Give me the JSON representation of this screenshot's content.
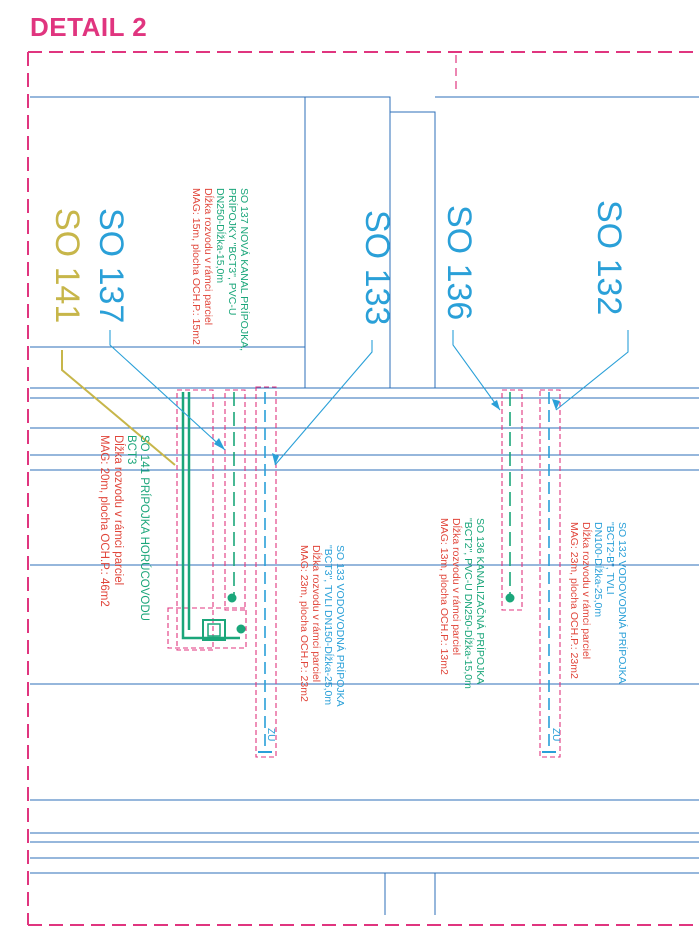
{
  "title": "DETAIL 2",
  "labels": {
    "so132": "SO 132",
    "so136": "SO 136",
    "so133": "SO 133",
    "so137": "SO 137",
    "so141": "SO 141"
  },
  "notes": {
    "so137": {
      "lines": [
        "SO 137 NOVÁ KANAL PRÍPOJKA,",
        "PRÍPOJKY \"BCT3\", PVC-U",
        "DN250-Dĺžka-15,0m"
      ],
      "red": [
        "Dĺžka rozvodu v rámci parciel",
        "MAG:    15m, plocha OCH.P.: 15m2"
      ]
    },
    "so141": {
      "lines": [
        "SO 141  PRÍPOJKA HORÚCOVODU",
        "BCT3"
      ],
      "red": [
        "Dĺžka rozvodu v rámci parciel",
        "MAG:    20m, plocha OCH.P.: 46m2"
      ]
    },
    "so133": {
      "lines": [
        "SO 133 VODOVODNÁ  PRÍPOJKA",
        "\"BCT3\", TVLI DN150-Dĺžka-25,0m"
      ],
      "red": [
        "Dĺžka rozvodu v rámci parciel",
        "MAG:    23m, plocha OCH.P.: 23m2"
      ]
    },
    "so136": {
      "lines": [
        "SO 136 KANALIZAČNÁ  PRÍPOJKA",
        "\"BCT2\", PVC-U DN250-Dĺžka-15,0m"
      ],
      "red": [
        "Dĺžka rozvodu v rámci parciel",
        "MAG:    13m, plocha OCH.P.: 13m2"
      ]
    },
    "so132": {
      "lines": [
        "SO 132 VODOVODNÁ  PRÍPOJKA",
        "\"BCT2-B\", TVLI",
        "DN100-Dĺžka-25,0m"
      ],
      "red": [
        "Dĺžka rozvodu v rámci parciel",
        "MAG:    23m, plocha OCH.P.: 23m2"
      ]
    }
  },
  "markers": {
    "zu1": "ZU",
    "zu2": "ZU"
  },
  "colors": {
    "title": "#e0357f",
    "boundary": "#e0357f",
    "building": "#2c6fb8",
    "water": "#2aa0d8",
    "sewer": "#1ba67a",
    "heating": "#c7b64a",
    "note_red": "#e0453a"
  }
}
